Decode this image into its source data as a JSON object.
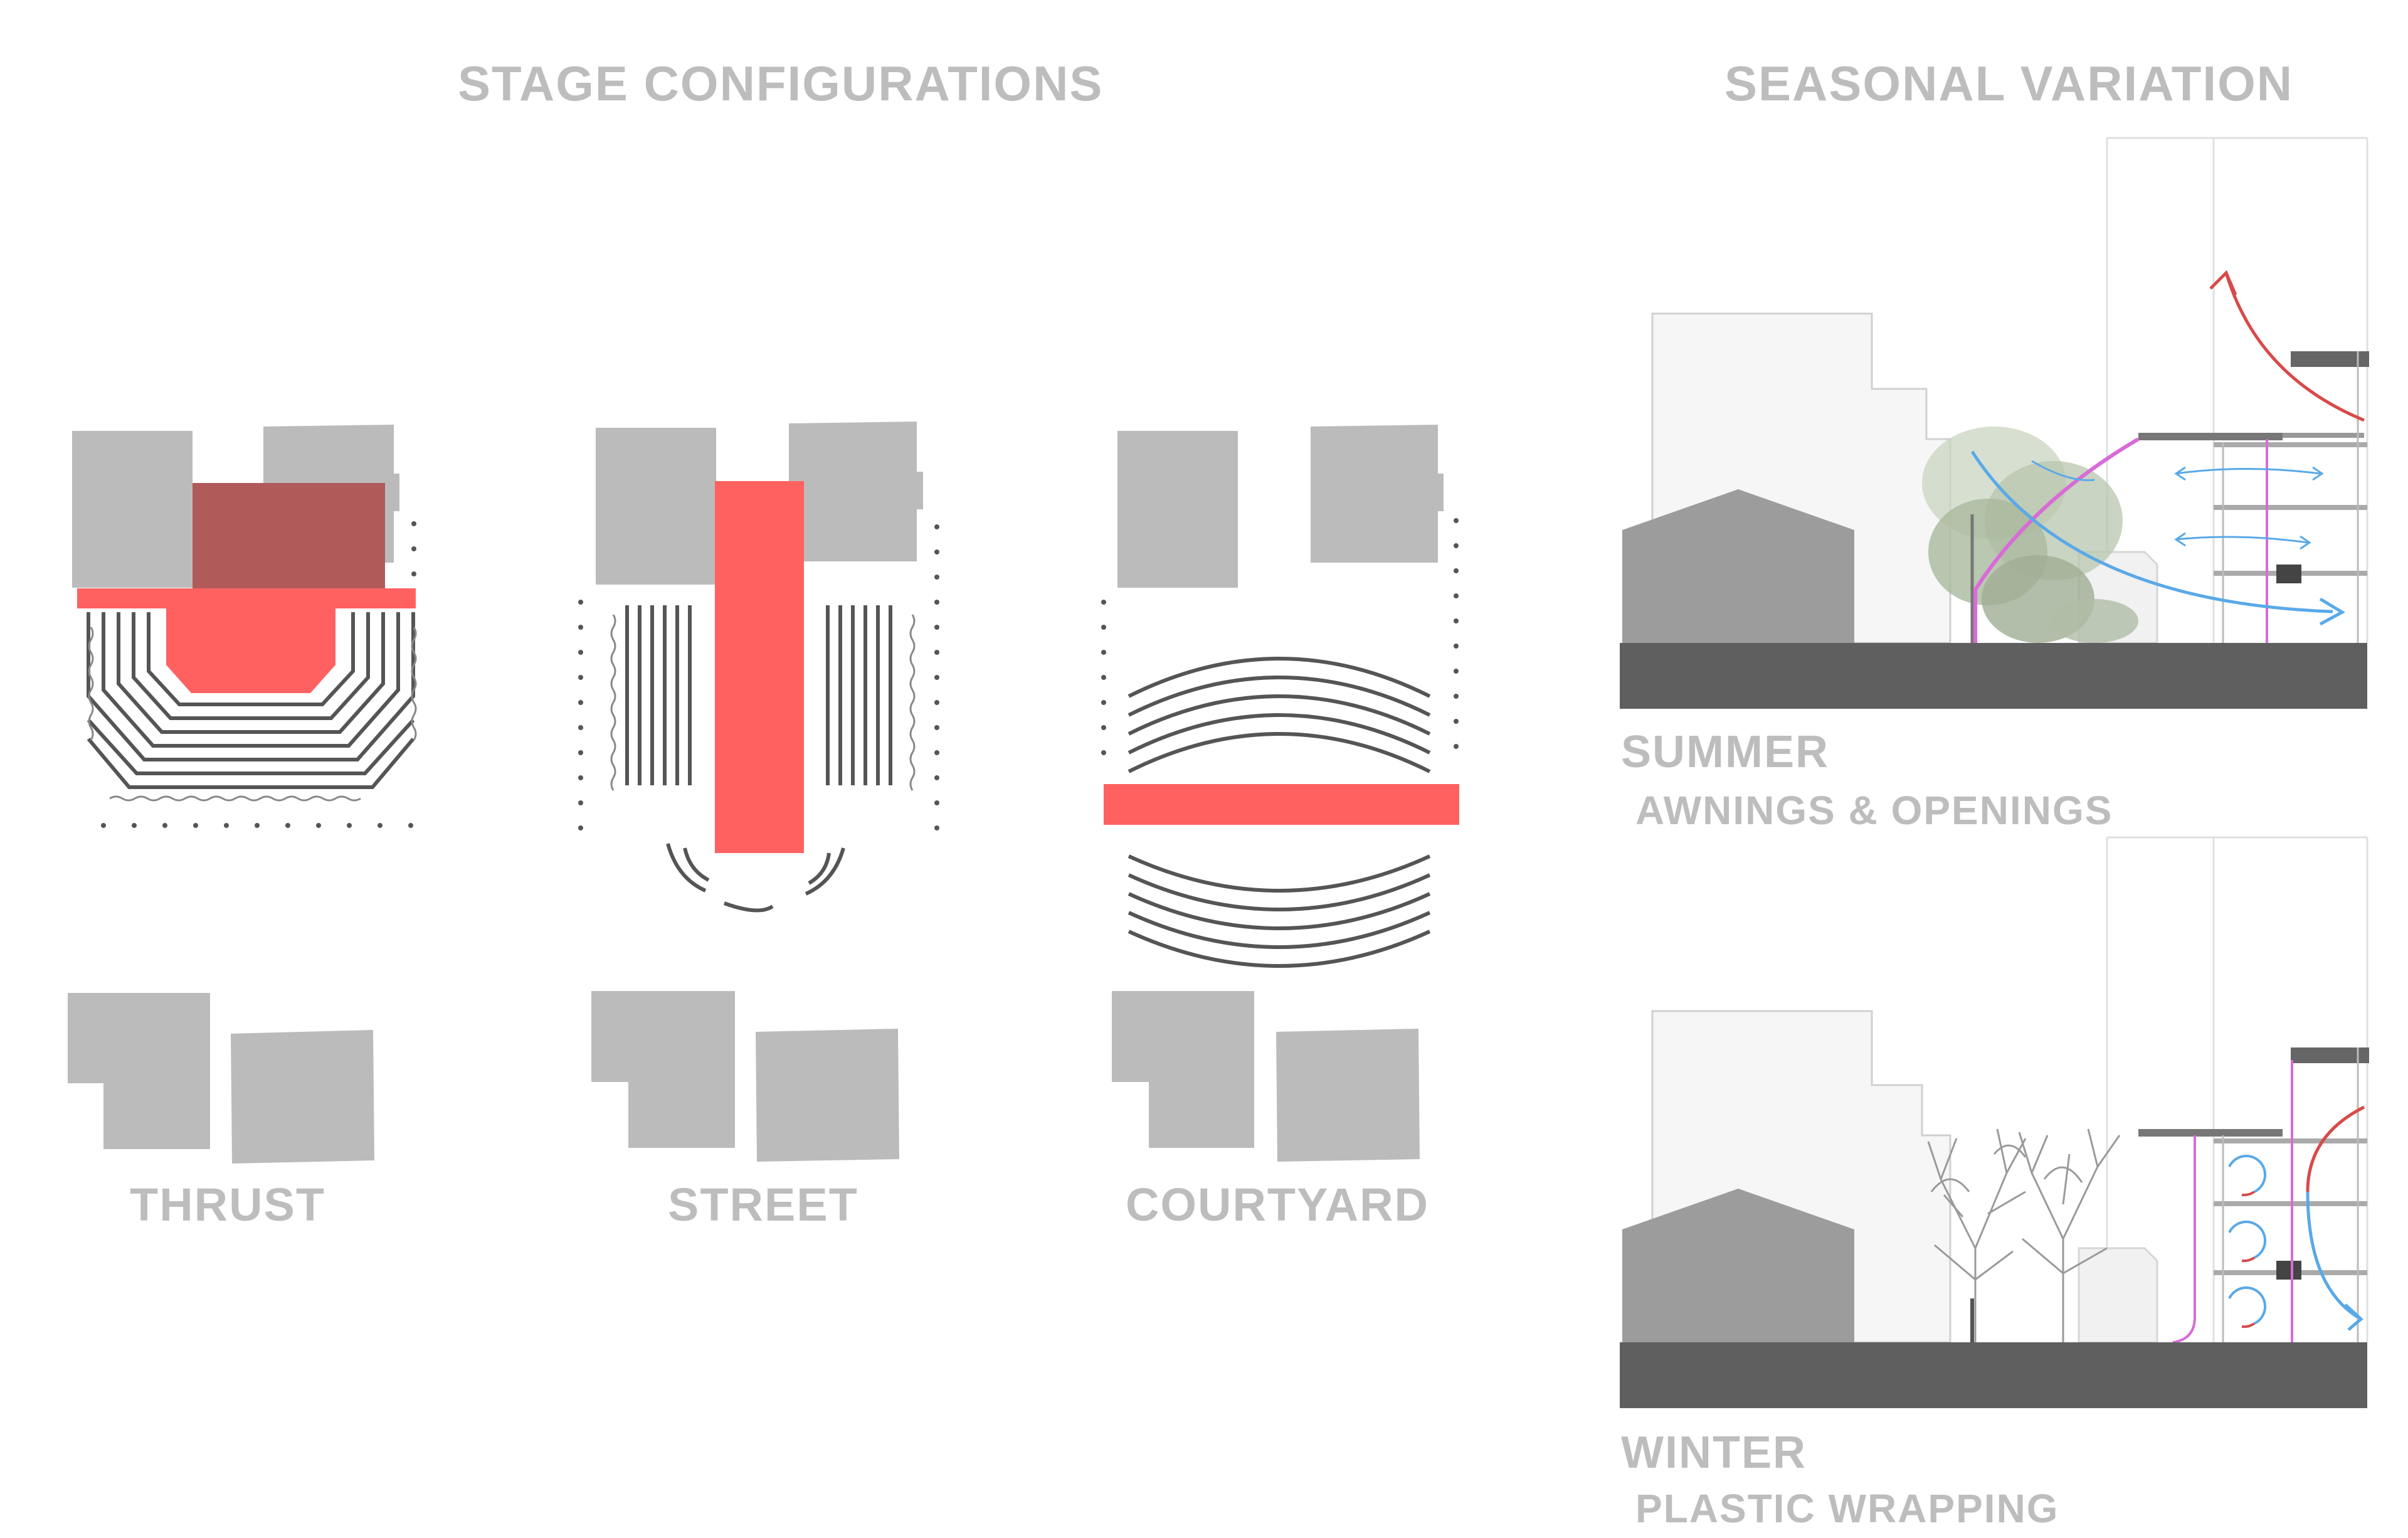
{
  "headings": {
    "stage": "STAGE CONFIGURATIONS",
    "seasonal": "SEASONAL VARIATION"
  },
  "configurations": [
    {
      "name": "THRUST"
    },
    {
      "name": "STREET"
    },
    {
      "name": "COURTYARD"
    }
  ],
  "seasons": [
    {
      "name": "SUMMER",
      "detail": "AWNINGS & OPENINGS"
    },
    {
      "name": "WINTER",
      "detail": "PLASTIC WRAPPING"
    }
  ],
  "colors": {
    "stage_red": "#ff6161",
    "stage_dark_red": "#b05a5a",
    "building_gray": "#bbbbbb",
    "ground_dark": "#5f5f5f",
    "house_gray": "#9c9c9c",
    "seat_line": "#555555",
    "label_gray": "#bdbdbd",
    "airflow_blue": "#59a9e8",
    "warm_red": "#d84a4a",
    "wrap_magenta": "#d86bd8"
  }
}
